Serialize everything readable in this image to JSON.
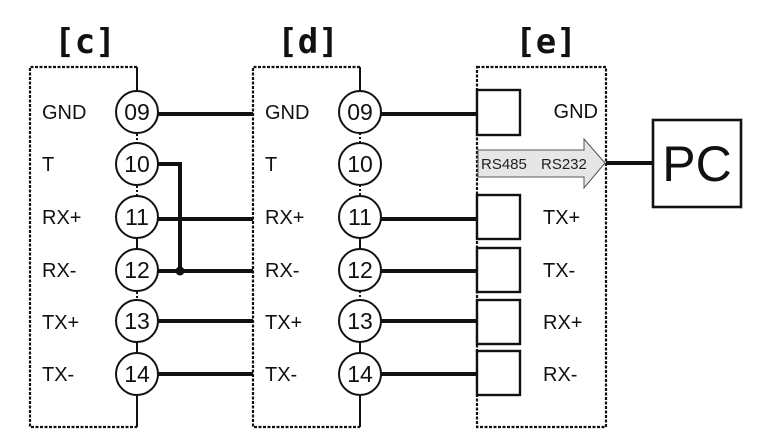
{
  "diagram": {
    "title": "RS485 wiring diagram to PC",
    "blocks": [
      {
        "id": "c",
        "header": "[c]",
        "pins": [
          {
            "label": "GND",
            "number": "09"
          },
          {
            "label": "T",
            "number": "10"
          },
          {
            "label": "RX+",
            "number": "11"
          },
          {
            "label": "RX-",
            "number": "12"
          },
          {
            "label": "TX+",
            "number": "13"
          },
          {
            "label": "TX-",
            "number": "14"
          }
        ]
      },
      {
        "id": "d",
        "header": "[d]",
        "pins": [
          {
            "label": "GND",
            "number": "09"
          },
          {
            "label": "T",
            "number": "10"
          },
          {
            "label": "RX+",
            "number": "11"
          },
          {
            "label": "RX-",
            "number": "12"
          },
          {
            "label": "TX+",
            "number": "13"
          },
          {
            "label": "TX-",
            "number": "14"
          }
        ]
      },
      {
        "id": "e",
        "header": "[e]",
        "terminals": [
          {
            "label": "GND"
          },
          {
            "label": "TX+"
          },
          {
            "label": "TX-"
          },
          {
            "label": "RX+"
          },
          {
            "label": "RX-"
          }
        ],
        "converter": {
          "from": "RS485",
          "to": "RS232"
        }
      }
    ],
    "pc": {
      "label": "PC"
    },
    "connections": [
      {
        "from": "c.09",
        "to": "d.09"
      },
      {
        "from": "c.11",
        "to": "d.11"
      },
      {
        "from": "c.12",
        "to": "d.12"
      },
      {
        "from": "c.13",
        "to": "d.13"
      },
      {
        "from": "c.14",
        "to": "d.14"
      },
      {
        "from": "c.10",
        "to": "c.12",
        "type": "jumper"
      },
      {
        "from": "d.09",
        "to": "e.GND"
      },
      {
        "from": "d.11",
        "to": "e.TX+"
      },
      {
        "from": "d.12",
        "to": "e.TX-"
      },
      {
        "from": "d.13",
        "to": "e.RX+"
      },
      {
        "from": "d.14",
        "to": "e.RX-"
      },
      {
        "from": "e.converter",
        "to": "pc"
      }
    ],
    "colors": {
      "line": "#111111",
      "arrow_fill": "#e6e6e6",
      "background": "#ffffff"
    }
  }
}
